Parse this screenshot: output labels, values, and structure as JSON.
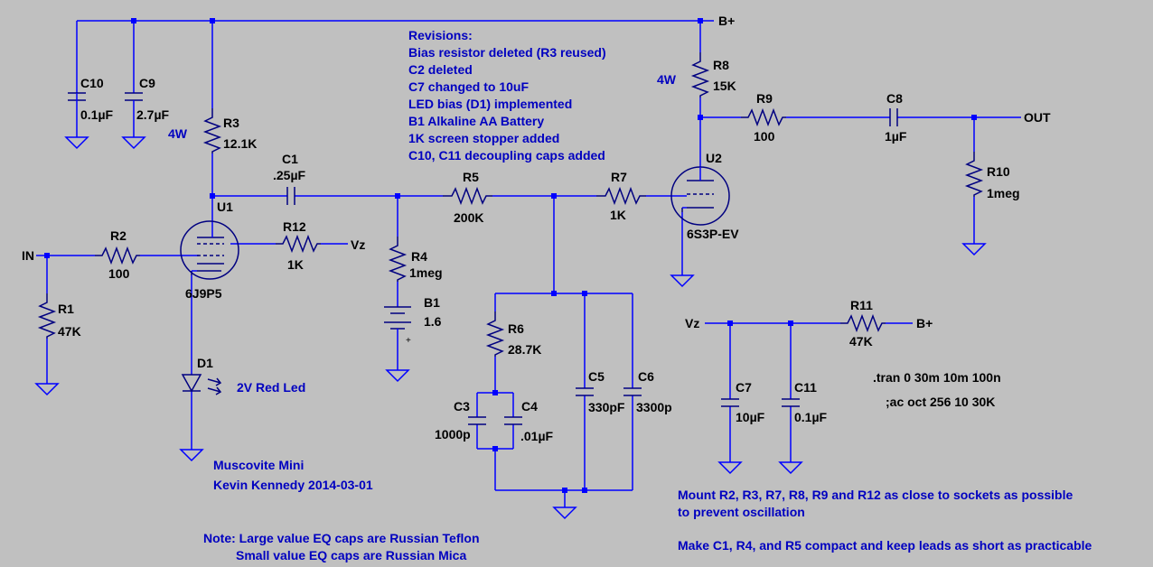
{
  "rails": {
    "bplus": "B+",
    "vz": "Vz",
    "in": "IN",
    "out": "OUT"
  },
  "components": {
    "c10": {
      "ref": "C10",
      "value": "0.1µF"
    },
    "c9": {
      "ref": "C9",
      "value": "2.7µF"
    },
    "r3": {
      "ref": "R3",
      "value": "12.1K",
      "power": "4W"
    },
    "c1": {
      "ref": "C1",
      "value": ".25µF"
    },
    "r5": {
      "ref": "R5",
      "value": "200K"
    },
    "r7": {
      "ref": "R7",
      "value": "1K"
    },
    "r8": {
      "ref": "R8",
      "value": "15K",
      "power": "4W"
    },
    "r9": {
      "ref": "R9",
      "value": "100"
    },
    "c8": {
      "ref": "C8",
      "value": "1µF"
    },
    "r10": {
      "ref": "R10",
      "value": "1meg"
    },
    "u1": {
      "ref": "U1",
      "value": "6J9P5"
    },
    "u2": {
      "ref": "U2",
      "value": "6S3P-EV"
    },
    "r2": {
      "ref": "R2",
      "value": "100"
    },
    "r12": {
      "ref": "R12",
      "value": "1K"
    },
    "r1": {
      "ref": "R1",
      "value": "47K"
    },
    "r4": {
      "ref": "R4",
      "value": "1meg"
    },
    "b1": {
      "ref": "B1",
      "value": "1.6"
    },
    "d1": {
      "ref": "D1",
      "value": "2V Red Led"
    },
    "r6": {
      "ref": "R6",
      "value": "28.7K"
    },
    "c3": {
      "ref": "C3",
      "value": "1000p"
    },
    "c4": {
      "ref": "C4",
      "value": ".01µF"
    },
    "c5": {
      "ref": "C5",
      "value": "330pF"
    },
    "c6": {
      "ref": "C6",
      "value": "3300p"
    },
    "c7": {
      "ref": "C7",
      "value": "10µF"
    },
    "c11": {
      "ref": "C11",
      "value": "0.1µF"
    },
    "r11": {
      "ref": "R11",
      "value": "47K"
    }
  },
  "revisions": [
    "Revisions:",
    "Bias resistor deleted (R3 reused)",
    "C2 deleted",
    "C7 changed to 10uF",
    "LED bias (D1) implemented",
    "B1 Alkaline AA Battery",
    "1K screen stopper added",
    "C10, C11 decoupling caps added"
  ],
  "directives": {
    "tran": ".tran 0 30m 10m 100n",
    "ac": ";ac oct 256 10 30K"
  },
  "title": {
    "name": "Muscovite Mini",
    "author": "Kevin Kennedy 2014-03-01"
  },
  "notes": {
    "caps_line1": "Note: Large value EQ caps are Russian Teflon",
    "caps_line2": "Small value EQ caps are Russian Mica",
    "mount_line1": "Mount R2, R3, R7, R8, R9 and R12 as close to sockets as possible",
    "mount_line2": "to prevent oscillation",
    "compact": "Make C1, R4, and R5 compact and keep leads as short as practicable"
  },
  "battery_polarity": "+"
}
